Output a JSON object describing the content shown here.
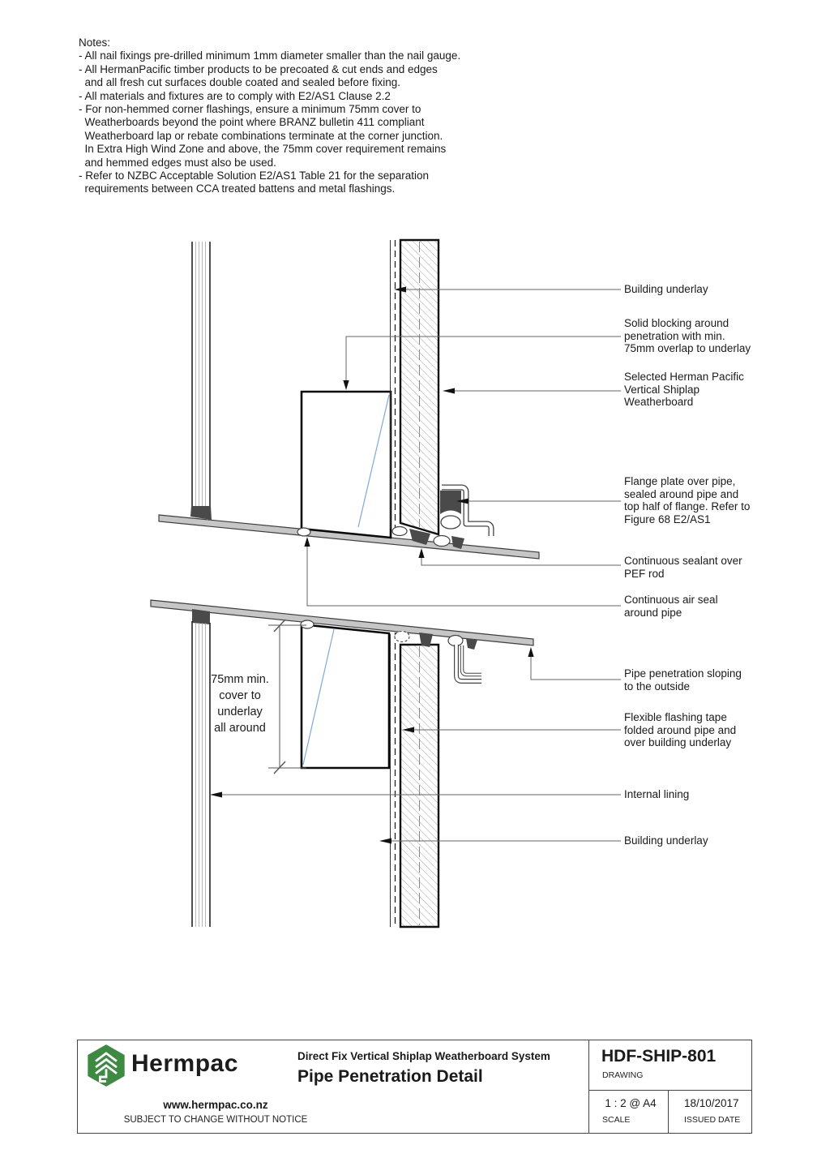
{
  "notes": {
    "title": "Notes:",
    "body": "- All nail fixings pre-drilled minimum 1mm diameter smaller than the nail gauge.\n- All HermanPacific timber products to be precoated & cut ends and edges\n  and all fresh cut surfaces double coated and sealed before fixing.\n- All materials and fixtures are to comply with E2/AS1 Clause 2.2\n- For non-hemmed corner flashings, ensure a minimum 75mm cover to\n  Weatherboards beyond the point where BRANZ bulletin 411 compliant\n  Weatherboard lap or rebate combinations terminate at the corner junction.\n  In Extra High Wind Zone and above, the 75mm cover requirement remains\n  and hemmed edges must also be used.\n- Refer to NZBC Acceptable Solution E2/AS1 Table 21 for the separation\n  requirements between CCA treated battens and metal flashings."
  },
  "callouts": [
    {
      "text": "Building underlay"
    },
    {
      "text": "Solid blocking around\npenetration with min.\n75mm overlap to underlay"
    },
    {
      "text": "Selected Herman Pacific\nVertical Shiplap\nWeatherboard"
    },
    {
      "text": "Flange plate over pipe,\nsealed around pipe and\ntop half of flange. Refer to\nFigure 68 E2/AS1"
    },
    {
      "text": "Continuous sealant over\nPEF rod"
    },
    {
      "text": "Continuous air seal\naround pipe"
    },
    {
      "text": "Pipe penetration sloping\nto the outside"
    },
    {
      "text": "Flexible flashing tape\nfolded around pipe and\nover building underlay"
    },
    {
      "text": "Internal lining"
    },
    {
      "text": "Building underlay"
    }
  ],
  "dimension_note": "75mm min.\ncover to\nunderlay\nall around",
  "title_block": {
    "brand": "Hermpac",
    "website": "www.hermpac.co.nz",
    "disclaimer": "SUBJECT TO CHANGE WITHOUT NOTICE",
    "system": "Direct Fix Vertical Shiplap Weatherboard System",
    "drawing_title": "Pipe Penetration Detail",
    "drawing_number": "HDF-SHIP-801",
    "drawing_number_label": "DRAWING",
    "scale": "1 : 2 @ A4",
    "scale_label": "SCALE",
    "issued_date": "18/10/2017",
    "issued_date_label": "ISSUED DATE"
  },
  "colors": {
    "logo_green": "#3E8A43",
    "blocking_diagonal_blue": "#7FA8D9",
    "pipe_fill_gray": "#C6C6C6",
    "sealant_dark_gray": "#4A4A4A"
  }
}
